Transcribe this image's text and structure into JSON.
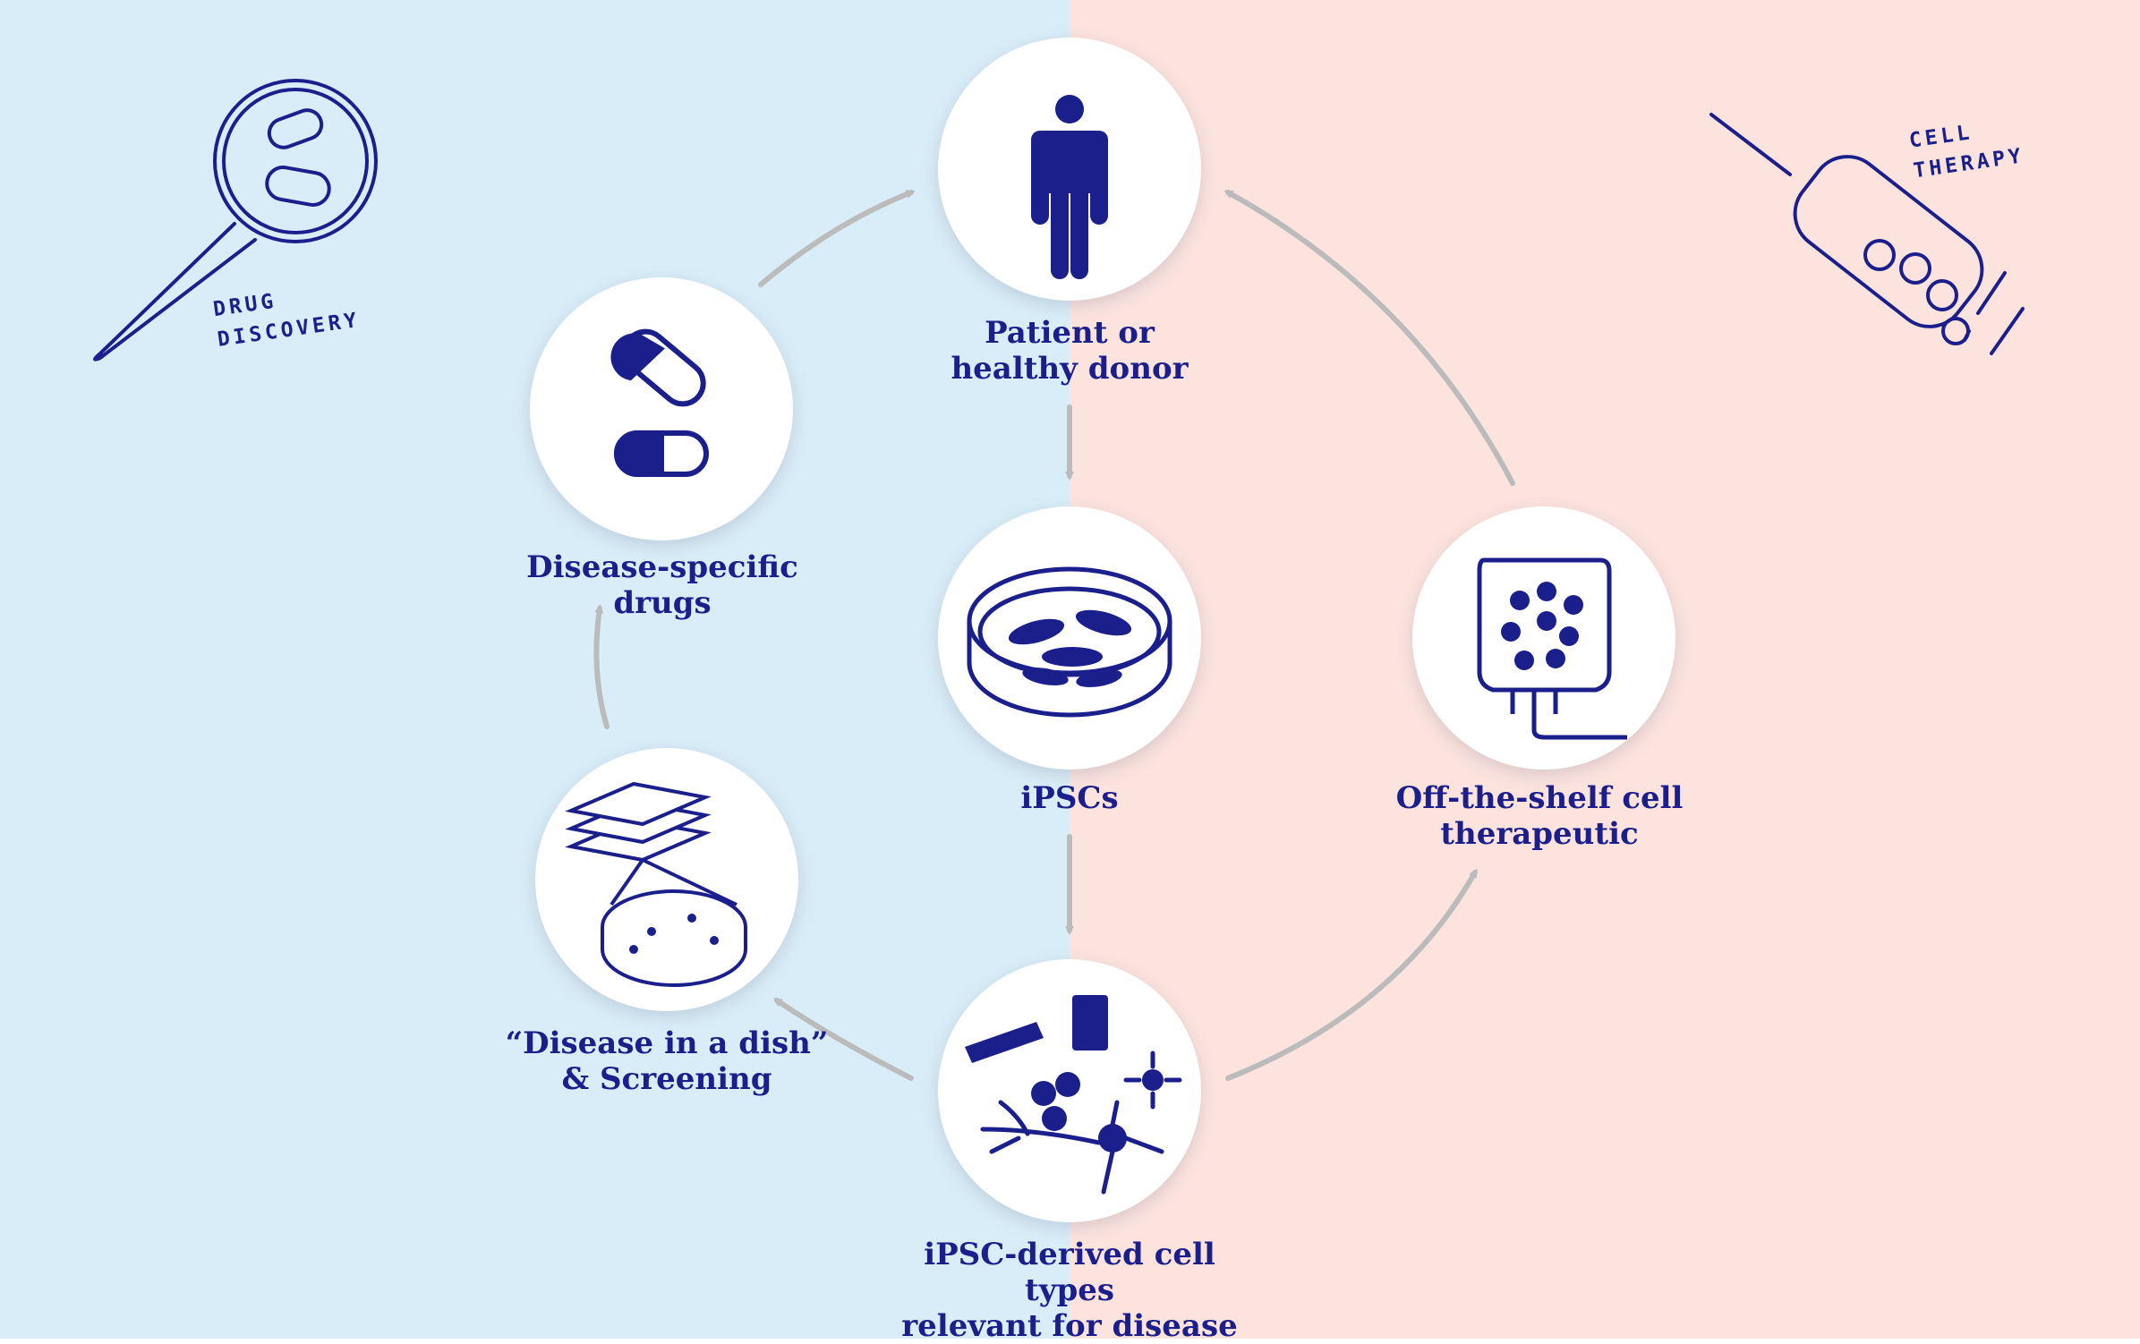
{
  "labels": {
    "patient": "Patient or\nhealthy donor",
    "ipscs": "iPSCs",
    "derived": "iPSC-derived cell types\nrelevant for disease",
    "dish": "“Disease in a dish”\n& Screening",
    "drugs": "Disease-specific\ndrugs",
    "offshelf": "Off-the-shelf cell\ntherapeutic"
  },
  "handwritten": {
    "drug_discovery": "DRUG\nDISCOVERY",
    "cell_therapy": "CELL\nTHERAPY"
  },
  "colors": {
    "left_bg": "#d8edf8",
    "right_bg": "#fce3de",
    "ink": "#1b1f8c",
    "arrow": "#bbbbbb"
  }
}
